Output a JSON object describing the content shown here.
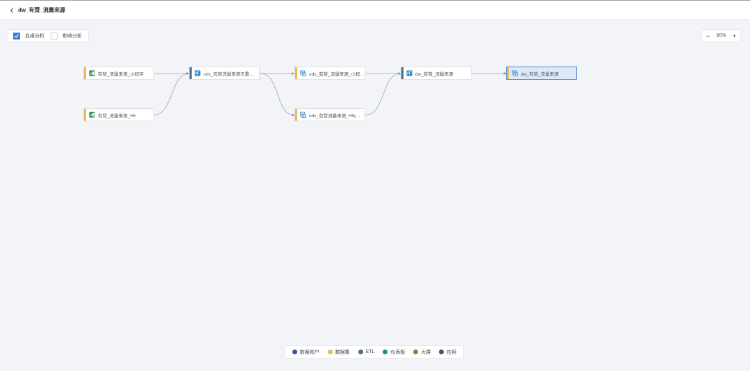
{
  "header": {
    "title": "dw_有赞_流量来源"
  },
  "mode": {
    "lineage_label": "血缘分析",
    "impact_label": "影响分析",
    "lineage_checked": true,
    "impact_checked": false
  },
  "zoom": {
    "value": "90%",
    "minus": "−",
    "plus": "+"
  },
  "colors": {
    "dataset": "#e2bf52",
    "etl": "#4a6e86",
    "selected_border": "#4a86d8",
    "checkbox": "#3a7ae0"
  },
  "nodes": [
    {
      "id": "n1",
      "label": "有赞_流量来源_小程序",
      "kind": "dataset",
      "icon": "excel-icon"
    },
    {
      "id": "n2",
      "label": "有赞_流量来源_H5",
      "kind": "dataset",
      "icon": "excel-icon"
    },
    {
      "id": "n3",
      "label": "ods_有赞流量来源去重…",
      "kind": "etl",
      "icon": "etl-icon"
    },
    {
      "id": "n4",
      "label": "ods_有赞_流量来源_小程…",
      "kind": "dataset",
      "icon": "table-icon"
    },
    {
      "id": "n5",
      "label": "ods_有赞流量来源_H5(…",
      "kind": "dataset",
      "icon": "table-icon"
    },
    {
      "id": "n6",
      "label": "dw_有赞_流量来源",
      "kind": "etl",
      "icon": "etl-icon"
    },
    {
      "id": "n7",
      "label": "dw_有赞_流量来源",
      "kind": "dataset",
      "icon": "table-icon",
      "selected": true
    }
  ],
  "legend": [
    {
      "label": "数据账户",
      "color": "#2f57a3"
    },
    {
      "label": "数据集",
      "color": "#e2bf52"
    },
    {
      "label": "ETL",
      "color": "#4a6e86"
    },
    {
      "label": "仪表板",
      "color": "#1f8c8c"
    },
    {
      "label": "大屏",
      "color": "#7e8a2f"
    },
    {
      "label": "应用",
      "color": "#5e3a8a"
    }
  ]
}
